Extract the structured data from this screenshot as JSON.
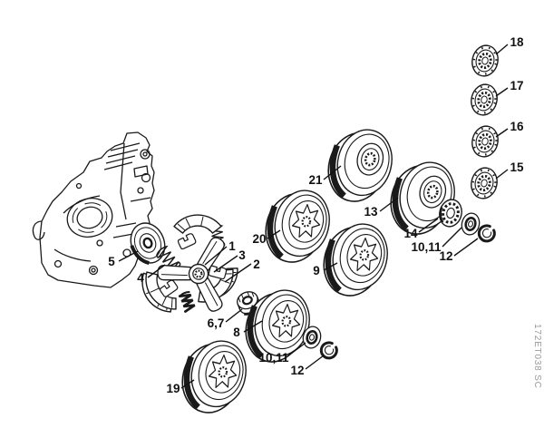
{
  "diagram": {
    "name": "exploded-parts-diagram-clutch-and-chain-sprocket",
    "code": "172ET038 SC",
    "background_color": "#ffffff",
    "line_color": "#1a1a1a",
    "label_color": "#111111",
    "code_color": "#9a9a9a"
  },
  "callouts": [
    {
      "label": "1"
    },
    {
      "label": "2"
    },
    {
      "label": "3"
    },
    {
      "label": "4"
    },
    {
      "label": "5"
    },
    {
      "label": "6,7"
    },
    {
      "label": "8"
    },
    {
      "label": "9"
    },
    {
      "label": "10,11"
    },
    {
      "label": "12"
    },
    {
      "label": "13"
    },
    {
      "label": "14"
    },
    {
      "label": "15"
    },
    {
      "label": "16"
    },
    {
      "label": "17"
    },
    {
      "label": "18"
    },
    {
      "label": "19"
    },
    {
      "label": "20"
    },
    {
      "label": "21"
    },
    {
      "label": "10,11"
    },
    {
      "label": "12"
    }
  ]
}
